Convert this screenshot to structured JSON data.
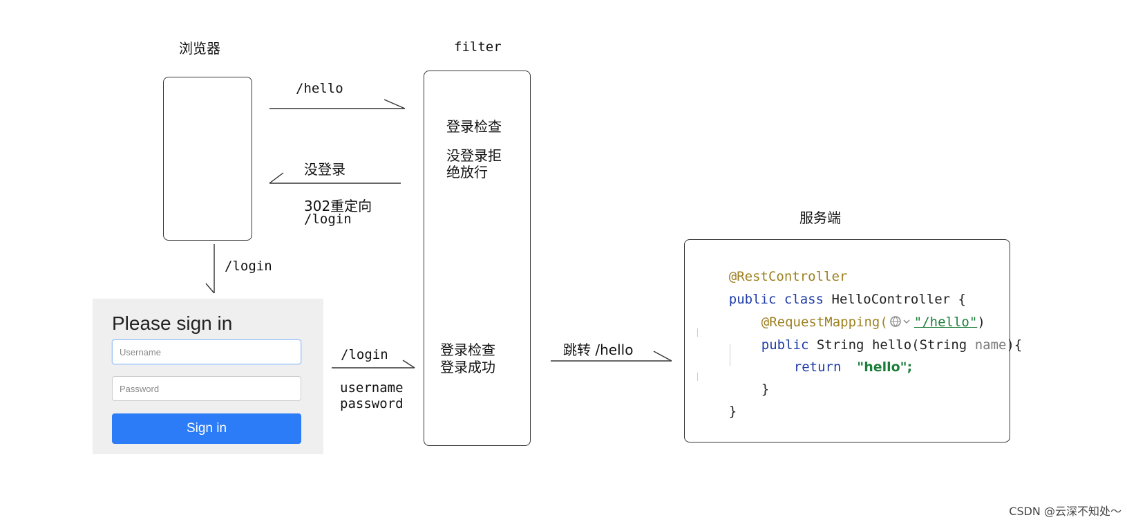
{
  "labels": {
    "browser": "浏览器",
    "filter": "filter",
    "server": "服务端",
    "hello_request": "/hello",
    "not_logged_in": "没登录",
    "redirect_302": "302重定向",
    "redirect_login": "/login",
    "login_down": "/login",
    "login_post": "/login",
    "username_field": "username",
    "password_field": "password",
    "forward_hello": "跳转 /hello",
    "filter_check_1": "登录检查",
    "filter_reject_line1": "没登录拒",
    "filter_reject_line2": "绝放行",
    "filter_check_2": "登录检查",
    "filter_success": "登录成功"
  },
  "login_form": {
    "title": "Please sign in",
    "username_placeholder": "Username",
    "password_placeholder": "Password",
    "submit_label": "Sign in"
  },
  "code": {
    "annotation": "@RestController",
    "kw_public": "public",
    "kw_class": "class",
    "class_name": "HelloController {",
    "mapping_annotation": "@RequestMapping(",
    "mapping_path": "\"/hello\"",
    "mapping_close": ")",
    "method_type": "String",
    "method_name": "hello(String",
    "param_name": "name",
    "method_brace": "){",
    "kw_return": "return",
    "return_value": "\"hello\";",
    "close_inner": "}",
    "close_outer": "}"
  },
  "watermark": "CSDN @云深不知处～",
  "colors": {
    "annotation": "#9d8122",
    "keyword": "#1d3ba8",
    "string": "#1b7f3a",
    "sign_in_button": "#2b7cf6"
  }
}
